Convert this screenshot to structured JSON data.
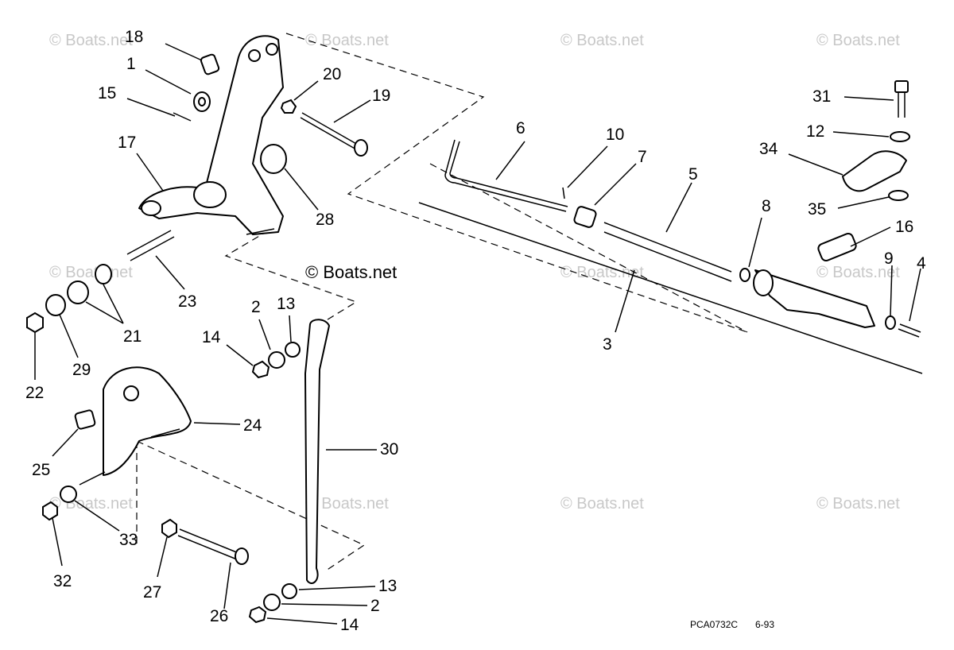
{
  "watermarks": [
    "© Boats.net",
    "© Boats.net",
    "© Boats.net",
    "© Boats.net",
    "© Boats.net",
    "© Boats.net",
    "© Boats.net",
    "© Boats.net",
    "© Boats.net",
    "© Boats.net",
    "© Boats.net",
    "© Boats.net"
  ],
  "watermark_center": "© Boats.net",
  "drawing_code": "PCA0732C",
  "drawing_date": "6-93",
  "callouts": [
    "18",
    "1",
    "15",
    "17",
    "20",
    "19",
    "28",
    "23",
    "21",
    "29",
    "22",
    "2",
    "13",
    "14",
    "24",
    "25",
    "30",
    "33",
    "32",
    "27",
    "26",
    "13",
    "2",
    "14",
    "6",
    "10",
    "7",
    "5",
    "3",
    "8",
    "31",
    "12",
    "34",
    "35",
    "16",
    "9",
    "4"
  ]
}
